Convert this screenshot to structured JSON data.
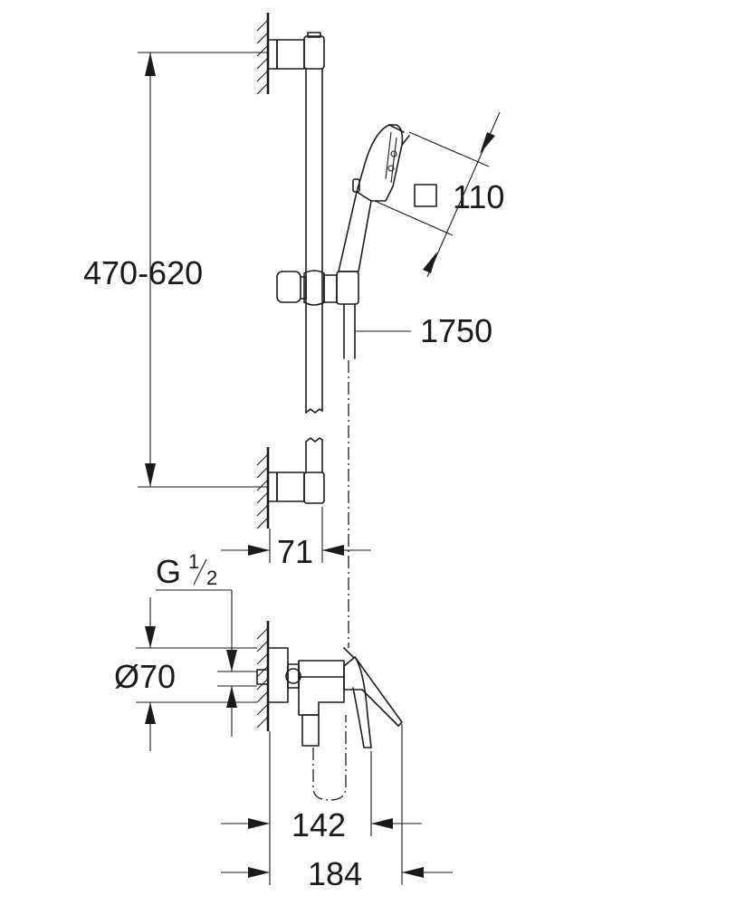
{
  "diagram": {
    "dimensions": {
      "rail_spacing": "470-620",
      "hand_shower_size": "110",
      "hose_length": "1750",
      "wall_offset": "71",
      "thread": "G",
      "thread_numerator": "1",
      "thread_denominator": "2",
      "rosette_diameter": "Ø70",
      "mixer_depth": "142",
      "lever_depth": "184"
    }
  }
}
